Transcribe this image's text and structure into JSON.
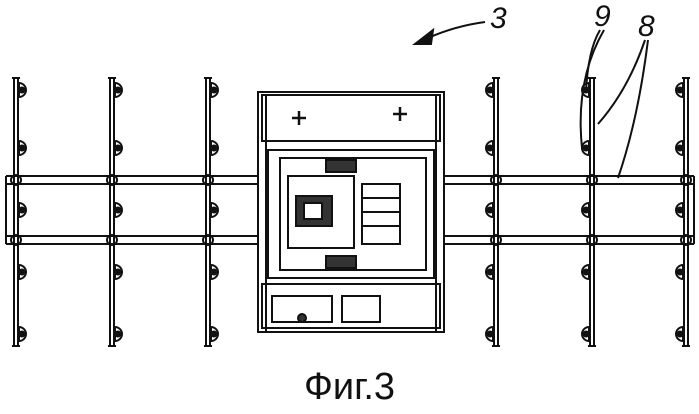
{
  "figure": {
    "reference_labels": {
      "assembly": "3",
      "suction_cup": "9",
      "cross_bar": "8"
    },
    "caption": "Фиг.3"
  }
}
